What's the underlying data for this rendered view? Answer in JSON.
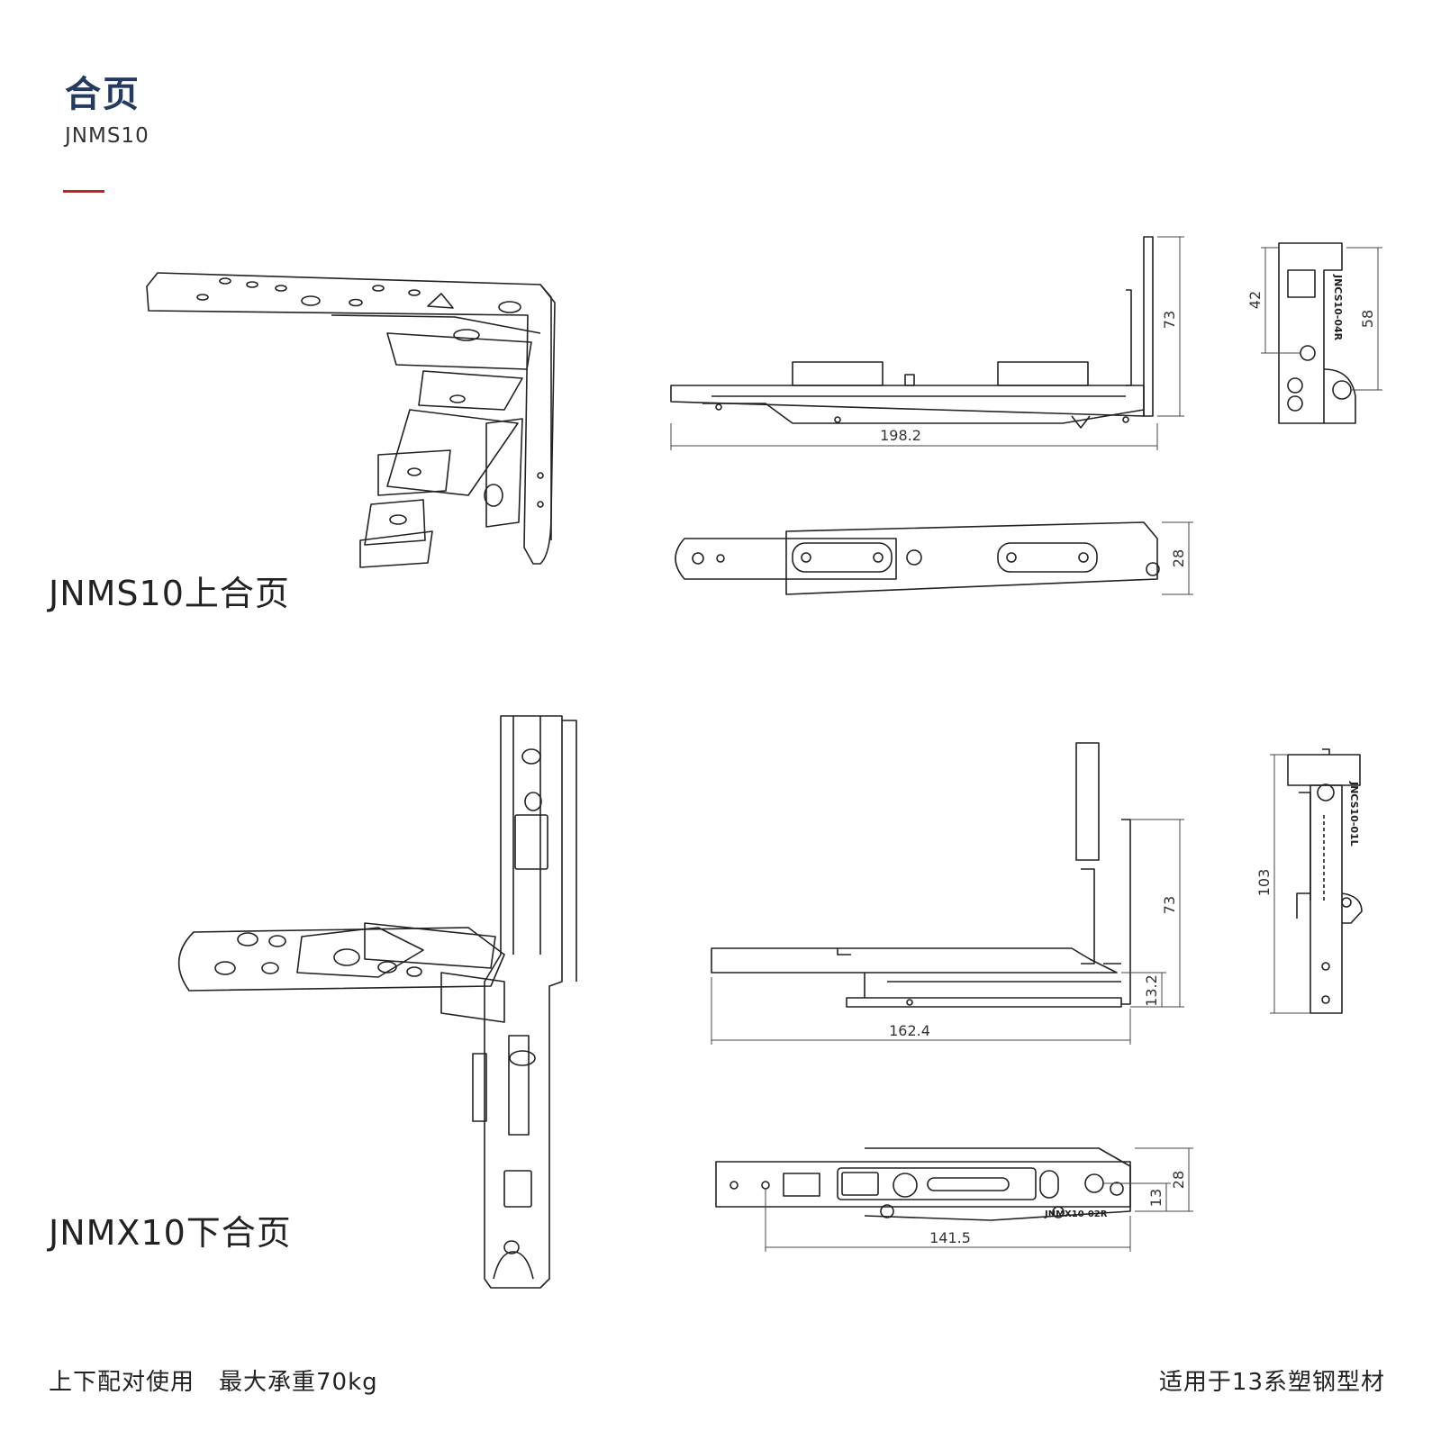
{
  "header": {
    "title": "合页",
    "code": "JNMS10"
  },
  "captions": {
    "upper": "JNMS10上合页",
    "lower": "JNMX10下合页"
  },
  "footer": {
    "left": "上下配对使用　最大承重70kg",
    "right": "适用于13系塑钢型材"
  },
  "dimensions": {
    "upper_side_width": "198.2",
    "upper_side_height": "73",
    "upper_end_inner": "42",
    "upper_end_outer": "58",
    "upper_top_height": "28",
    "lower_side_height": "73",
    "lower_side_small": "13.2",
    "lower_side_width": "162.4",
    "lower_end_height": "103",
    "lower_top_height": "28",
    "lower_top_small": "13",
    "lower_top_width": "141.5"
  },
  "part_labels": {
    "upper_end_stamp": "JNCS10-04R",
    "lower_end_stamp": "JNCS10-01L",
    "lower_top_stamp": "JNMX10-02R"
  },
  "colors": {
    "title": "#243a5e",
    "accent": "#c8202f",
    "line": "#222222"
  }
}
